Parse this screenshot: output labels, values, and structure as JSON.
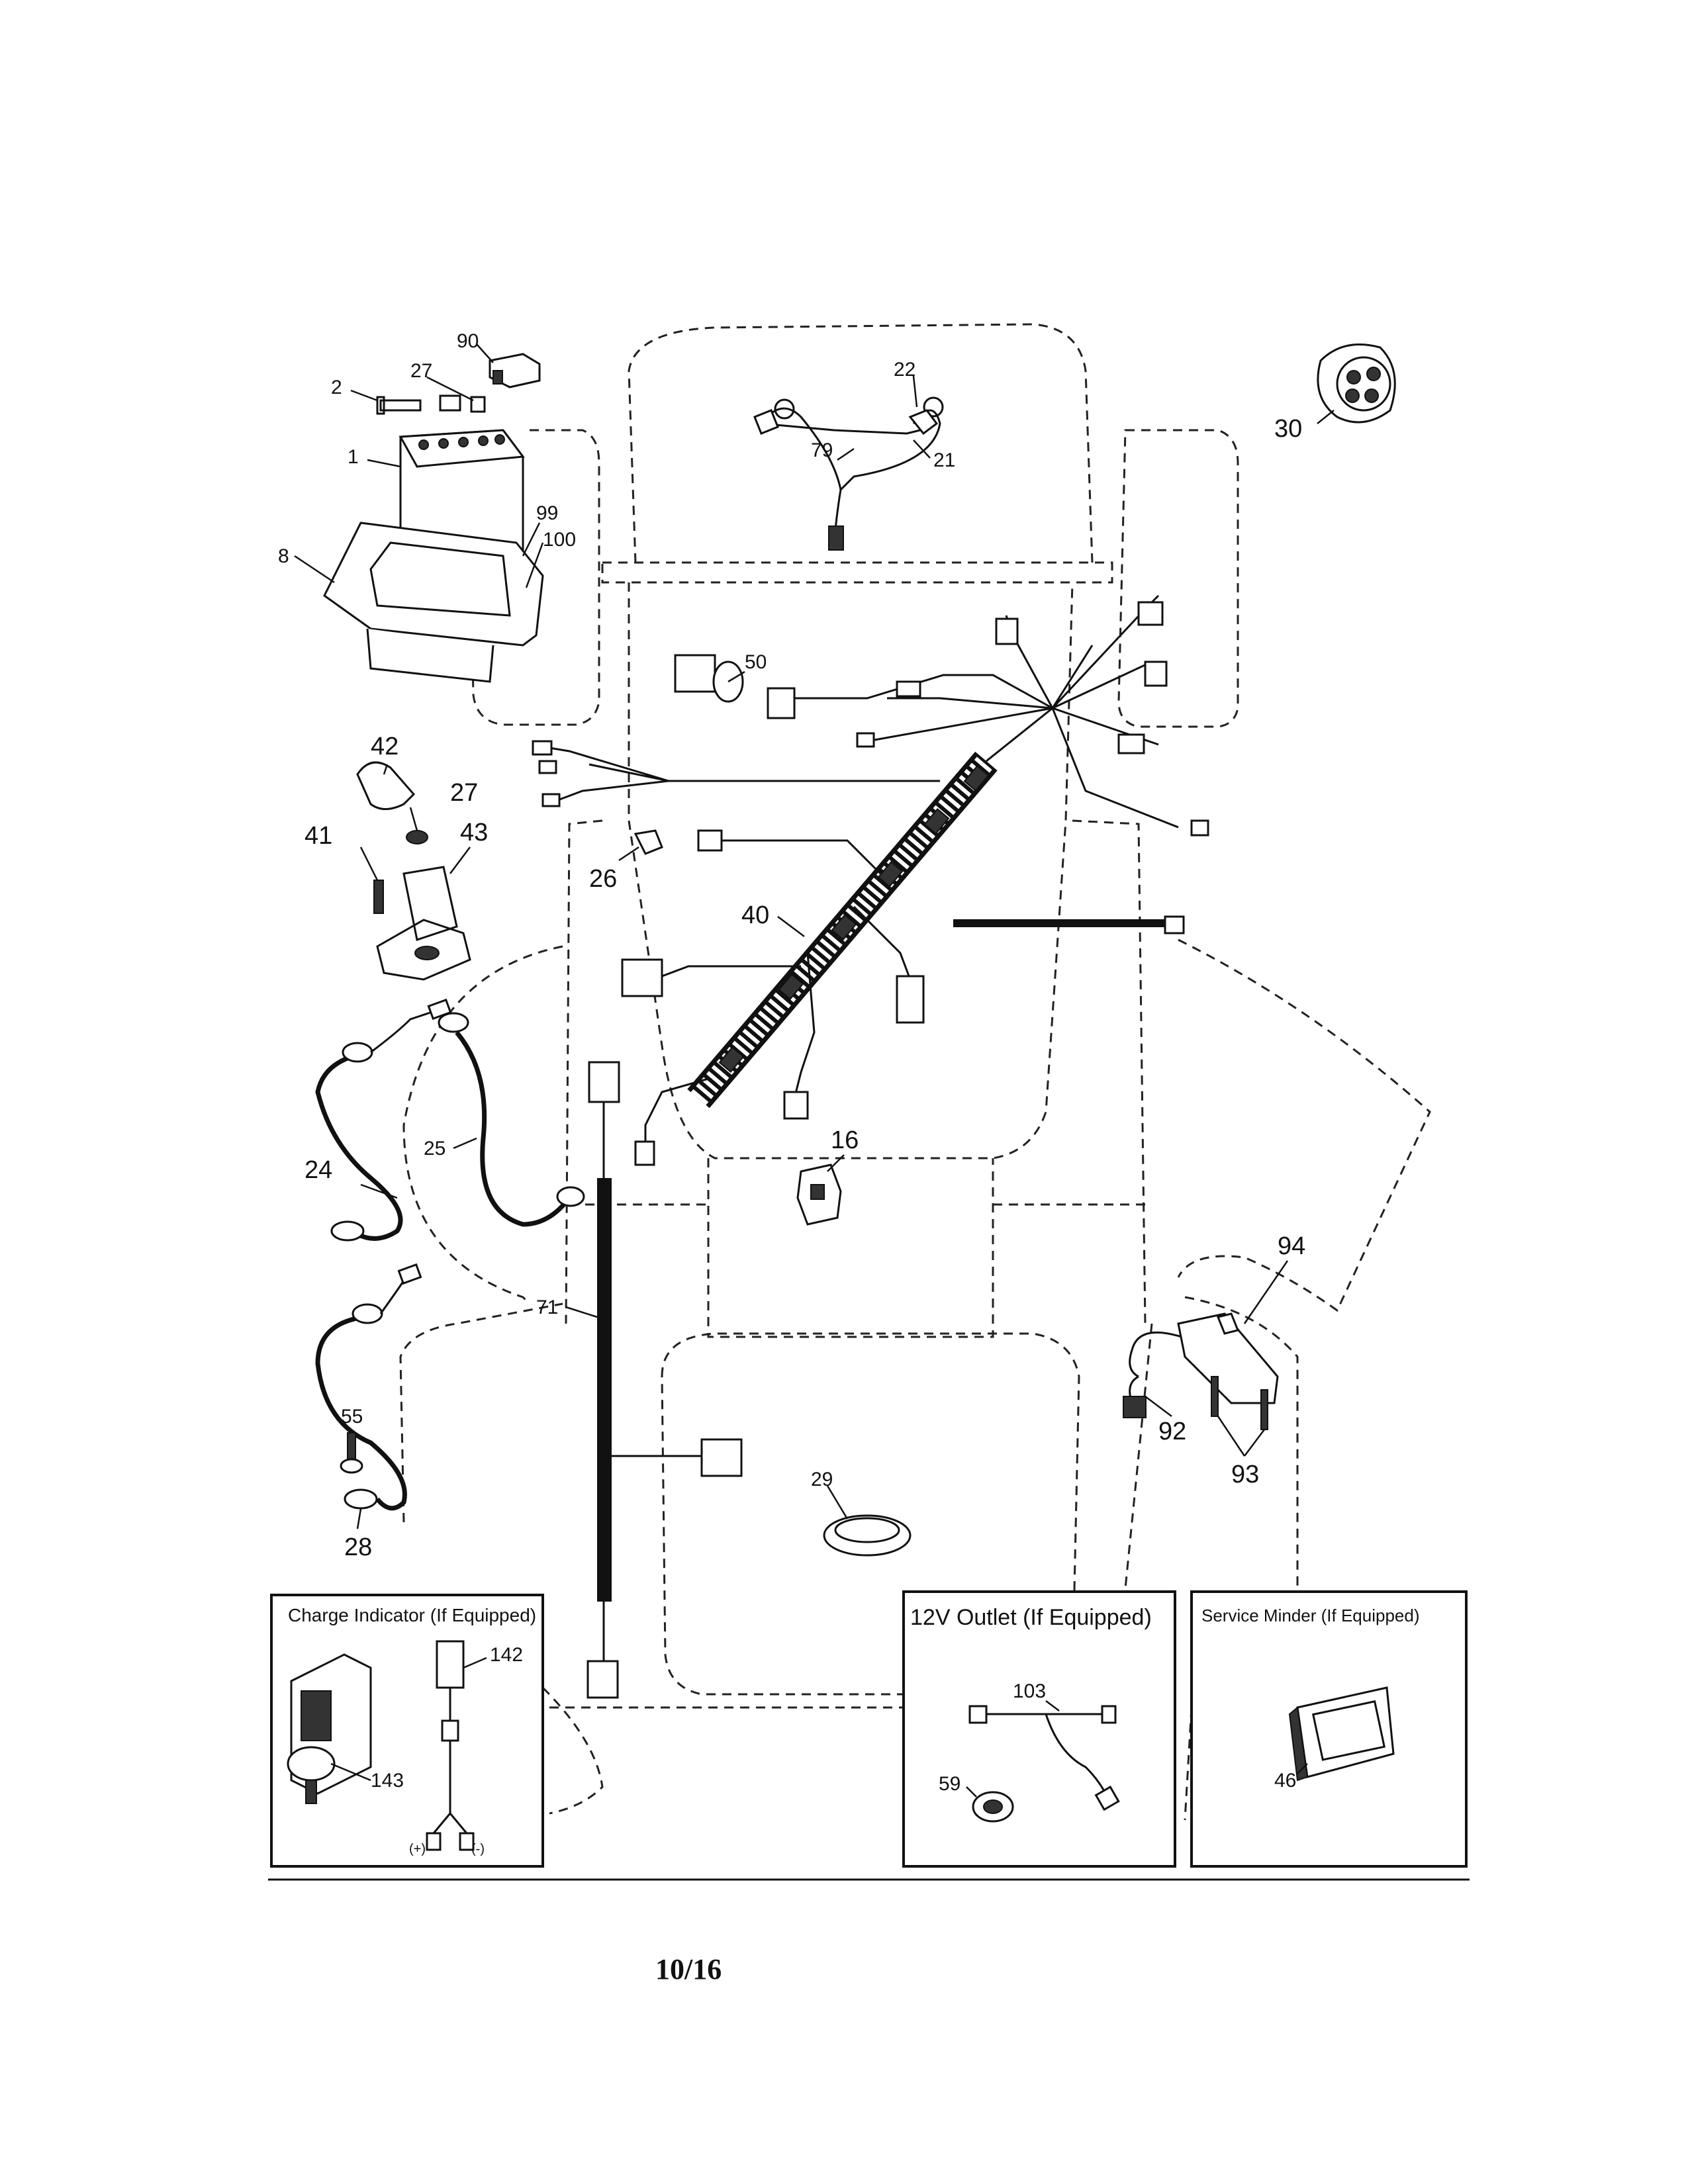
{
  "labels": {
    "p90": "90",
    "p2": "2",
    "p27a": "27",
    "p1": "1",
    "p99": "99",
    "p100": "100",
    "p8": "8",
    "p22": "22",
    "p79": "79",
    "p21": "21",
    "p30": "30",
    "p50": "50",
    "p42": "42",
    "p27b": "27",
    "p41": "41",
    "p43": "43",
    "p26": "26",
    "p40": "40",
    "p24": "24",
    "p25": "25",
    "p16": "16",
    "p71": "71",
    "p94": "94",
    "p92": "92",
    "p93": "93",
    "p55": "55",
    "p29": "29",
    "p28": "28",
    "p142": "142",
    "p143": "143",
    "p103": "103",
    "p59": "59",
    "p46": "46",
    "plus": "(+)",
    "minus": "(-)"
  },
  "insets": {
    "charge_indicator": "Charge Indicator (If Equipped)",
    "outlet_12v": "12V Outlet (If Equipped)",
    "service_minder": "Service Minder (If Equipped)"
  },
  "page_number": "10/16"
}
